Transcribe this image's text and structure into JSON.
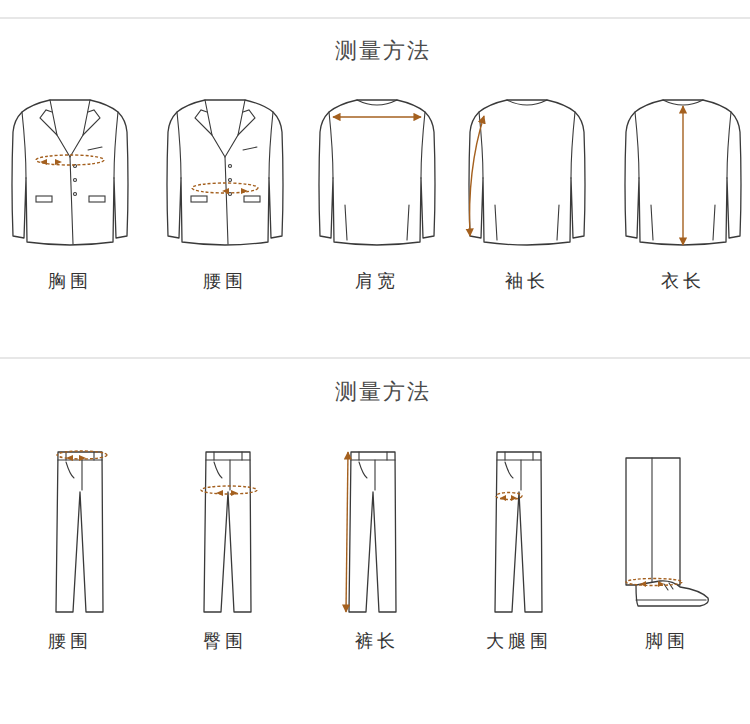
{
  "diagram": {
    "labels": [
      "测量方法",
      "胸围",
      "腰围",
      "肩宽",
      "袖长",
      "衣长",
      "测量方法",
      "腰围",
      "臀围",
      "裤长",
      "大腿围",
      "脚围"
    ]
  }
}
